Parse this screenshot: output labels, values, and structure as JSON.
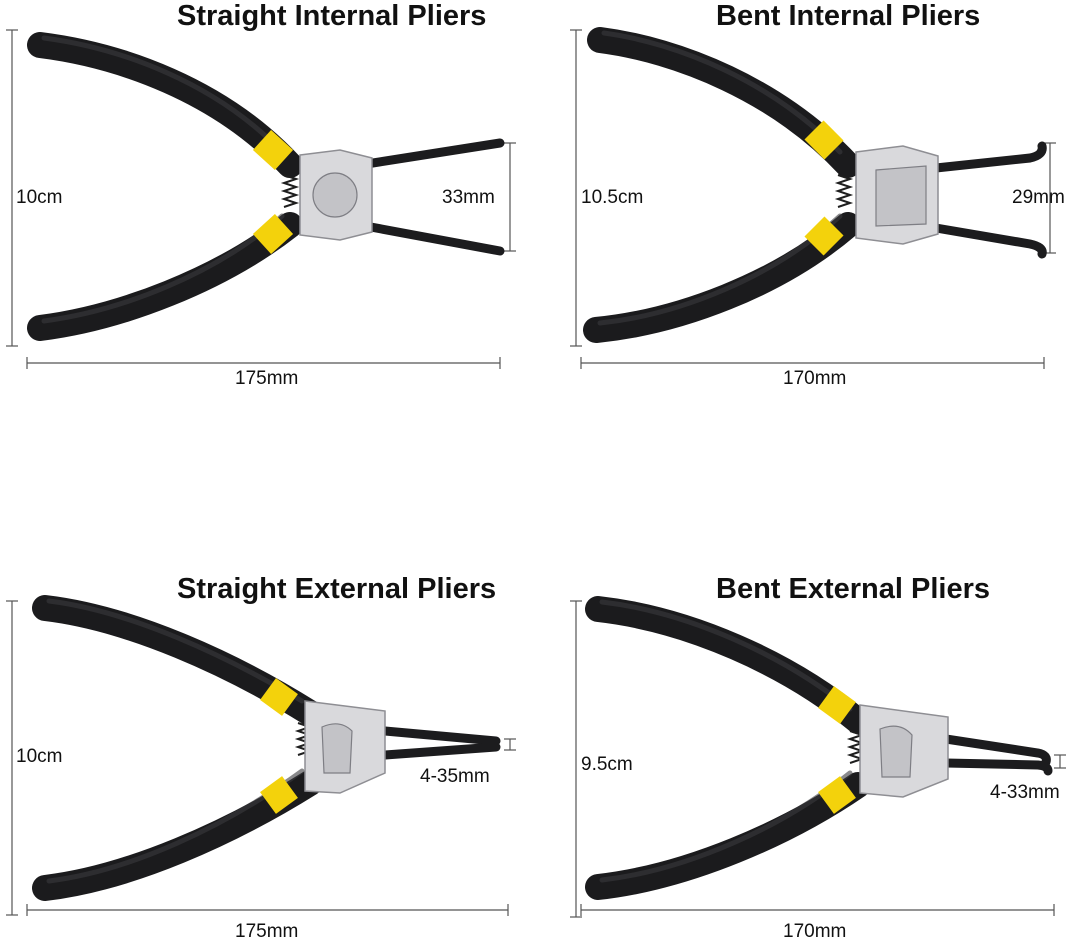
{
  "panels": [
    {
      "title": "Straight Internal Pliers",
      "height_label": "10cm",
      "length_label": "175mm",
      "jaw_label": "33mm"
    },
    {
      "title": "Bent Internal Pliers",
      "height_label": "10.5cm",
      "length_label": "170mm",
      "jaw_label": "29mm"
    },
    {
      "title": "Straight External Pliers",
      "height_label": "10cm",
      "length_label": "175mm",
      "jaw_label": "4-35mm"
    },
    {
      "title": "Bent External Pliers",
      "height_label": "9.5cm",
      "length_label": "170mm",
      "jaw_label": "4-33mm"
    }
  ],
  "colors": {
    "handle": "#1b1b1d",
    "grip_band": "#f3d20c",
    "head_metal": "#d9d9dc",
    "background": "#ffffff"
  }
}
